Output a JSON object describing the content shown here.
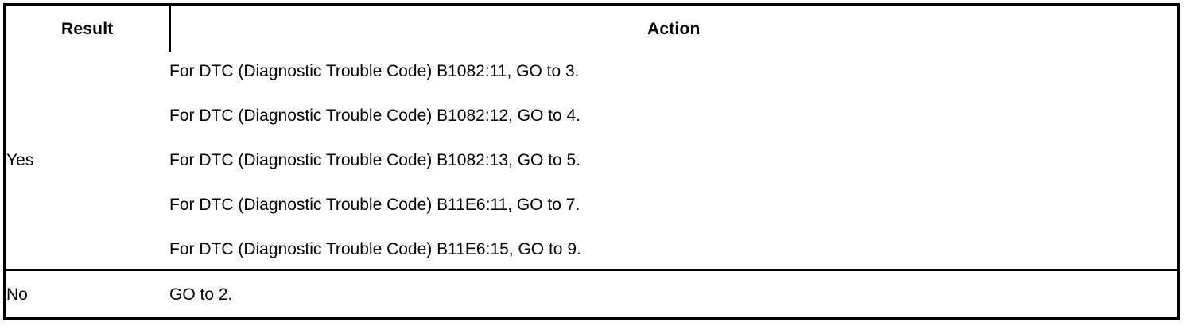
{
  "table": {
    "columns": [
      {
        "key": "result",
        "header": "Result",
        "align": "center"
      },
      {
        "key": "action",
        "header": "Action",
        "align": "center"
      }
    ],
    "rows": [
      {
        "result": "Yes",
        "actions": [
          "For DTC (Diagnostic Trouble Code) B1082:11, GO to 3.",
          "For DTC (Diagnostic Trouble Code) B1082:12, GO to 4.",
          "For DTC (Diagnostic Trouble Code) B1082:13, GO to 5.",
          "For DTC (Diagnostic Trouble Code) B11E6:11, GO to 7.",
          "For DTC (Diagnostic Trouble Code) B11E6:15, GO to 9."
        ]
      },
      {
        "result": "No",
        "actions": [
          "GO to 2."
        ]
      }
    ]
  },
  "colors": {
    "border": "#000000",
    "text": "#000000",
    "background": "#ffffff"
  }
}
